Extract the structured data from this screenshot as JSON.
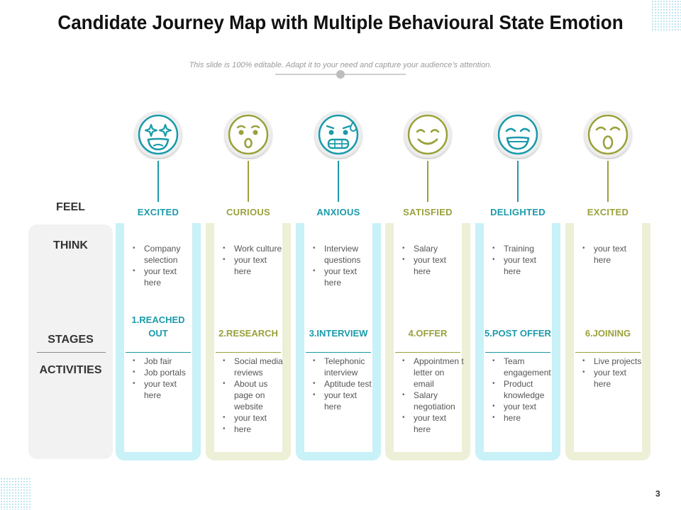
{
  "slide": {
    "title": "Candidate Journey Map with Multiple Behavioural State Emotion",
    "subtitle": "This slide is 100% editable. Adapt it to your need and capture your audience’s attention.",
    "page_number": "3"
  },
  "row_labels": {
    "feel": "FEEL",
    "think": "THINK",
    "stages": "STAGES",
    "activities": "ACTIVITIES"
  },
  "colors": {
    "teal": "#1b9aaa",
    "olive": "#9aa13b",
    "light_blue": "#c8f1f8",
    "light_olive": "#edf0d6",
    "side_panel": "#f2f2f2"
  },
  "columns": [
    {
      "icon": "star-eyes-face-icon",
      "emotion": "EXCITED",
      "think": [
        "Company selection",
        "your text here"
      ],
      "stage": "1.REACHED OUT",
      "activities": [
        "Job fair",
        "Job portals",
        "your text here"
      ]
    },
    {
      "icon": "curious-face-icon",
      "emotion": "CURIOUS",
      "think": [
        "Work culture",
        "your text here"
      ],
      "stage": "2.RESEARCH",
      "activities": [
        "Social media reviews",
        "About us page on website",
        "your text",
        "here"
      ]
    },
    {
      "icon": "anxious-face-icon",
      "emotion": "ANXIOUS",
      "think": [
        "Interview questions",
        "your text here"
      ],
      "stage": "3.INTERVIEW",
      "activities": [
        "Telephonic interview",
        "Aptitude test",
        "your text here"
      ]
    },
    {
      "icon": "satisfied-face-icon",
      "emotion": "SATISFIED",
      "think": [
        "Salary",
        "your text here"
      ],
      "stage": "4.OFFER",
      "activities": [
        "Appointmen t letter on email",
        "Salary negotiation",
        "your text here"
      ]
    },
    {
      "icon": "delighted-face-icon",
      "emotion": "DELIGHTED",
      "think": [
        "Training",
        "your text here"
      ],
      "stage": "5.POST OFFER",
      "activities": [
        "Team engagement",
        "Product knowledge",
        "your text",
        " here"
      ]
    },
    {
      "icon": "excited-face-icon",
      "emotion": "EXCITED",
      "think": [
        "your text here"
      ],
      "stage": "6.JOINING",
      "activities": [
        "Live projects",
        "your text here"
      ]
    }
  ]
}
